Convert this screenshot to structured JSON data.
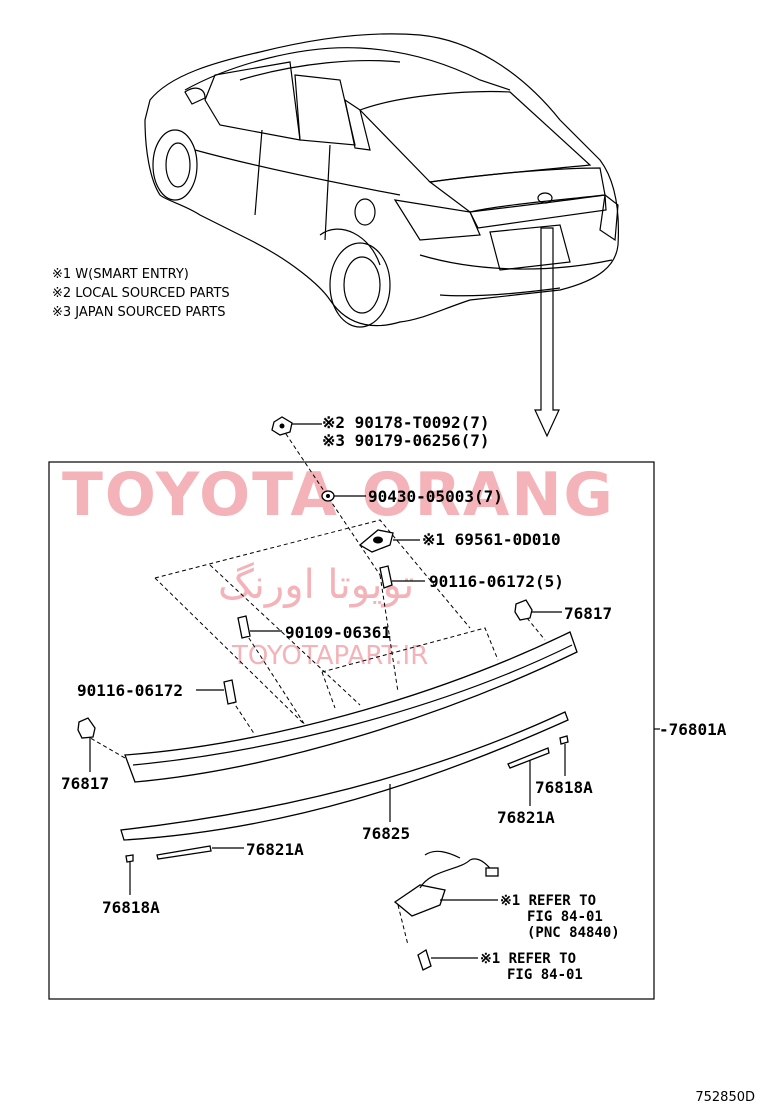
{
  "notes": [
    "※1 W(SMART ENTRY)",
    "※2 LOCAL SOURCED PARTS",
    "※3 JAPAN SOURCED PARTS"
  ],
  "watermark": {
    "brand": "TOYOTA ORANG",
    "persian": "تویوتا اورنگ",
    "site": "TOYOTAPART.IR"
  },
  "callouts": {
    "nut_local": "※2 90178-T0092(7)",
    "nut_japan": "※3 90179-06256(7)",
    "washer": "90430-05003(7)",
    "emblem_plate": "※1 69561-0D010",
    "screw_right": "90116-06172(5)",
    "clip_right": "76817",
    "screw_mid": "90109-06361",
    "screw_left": "90116-06172",
    "assembly": "-76801A",
    "clip_left": "76817",
    "end_cap_right": "76818A",
    "strip_right": "76821A",
    "molding": "76825",
    "strip_left": "76821A",
    "end_cap_left": "76818A",
    "ref1_line1": "※1 REFER TO",
    "ref1_line2": "FIG 84-01",
    "ref1_line3": "(PNC 84840)",
    "ref2_line1": "※1 REFER TO",
    "ref2_line2": "FIG 84-01"
  },
  "diagram_id": "752850D"
}
